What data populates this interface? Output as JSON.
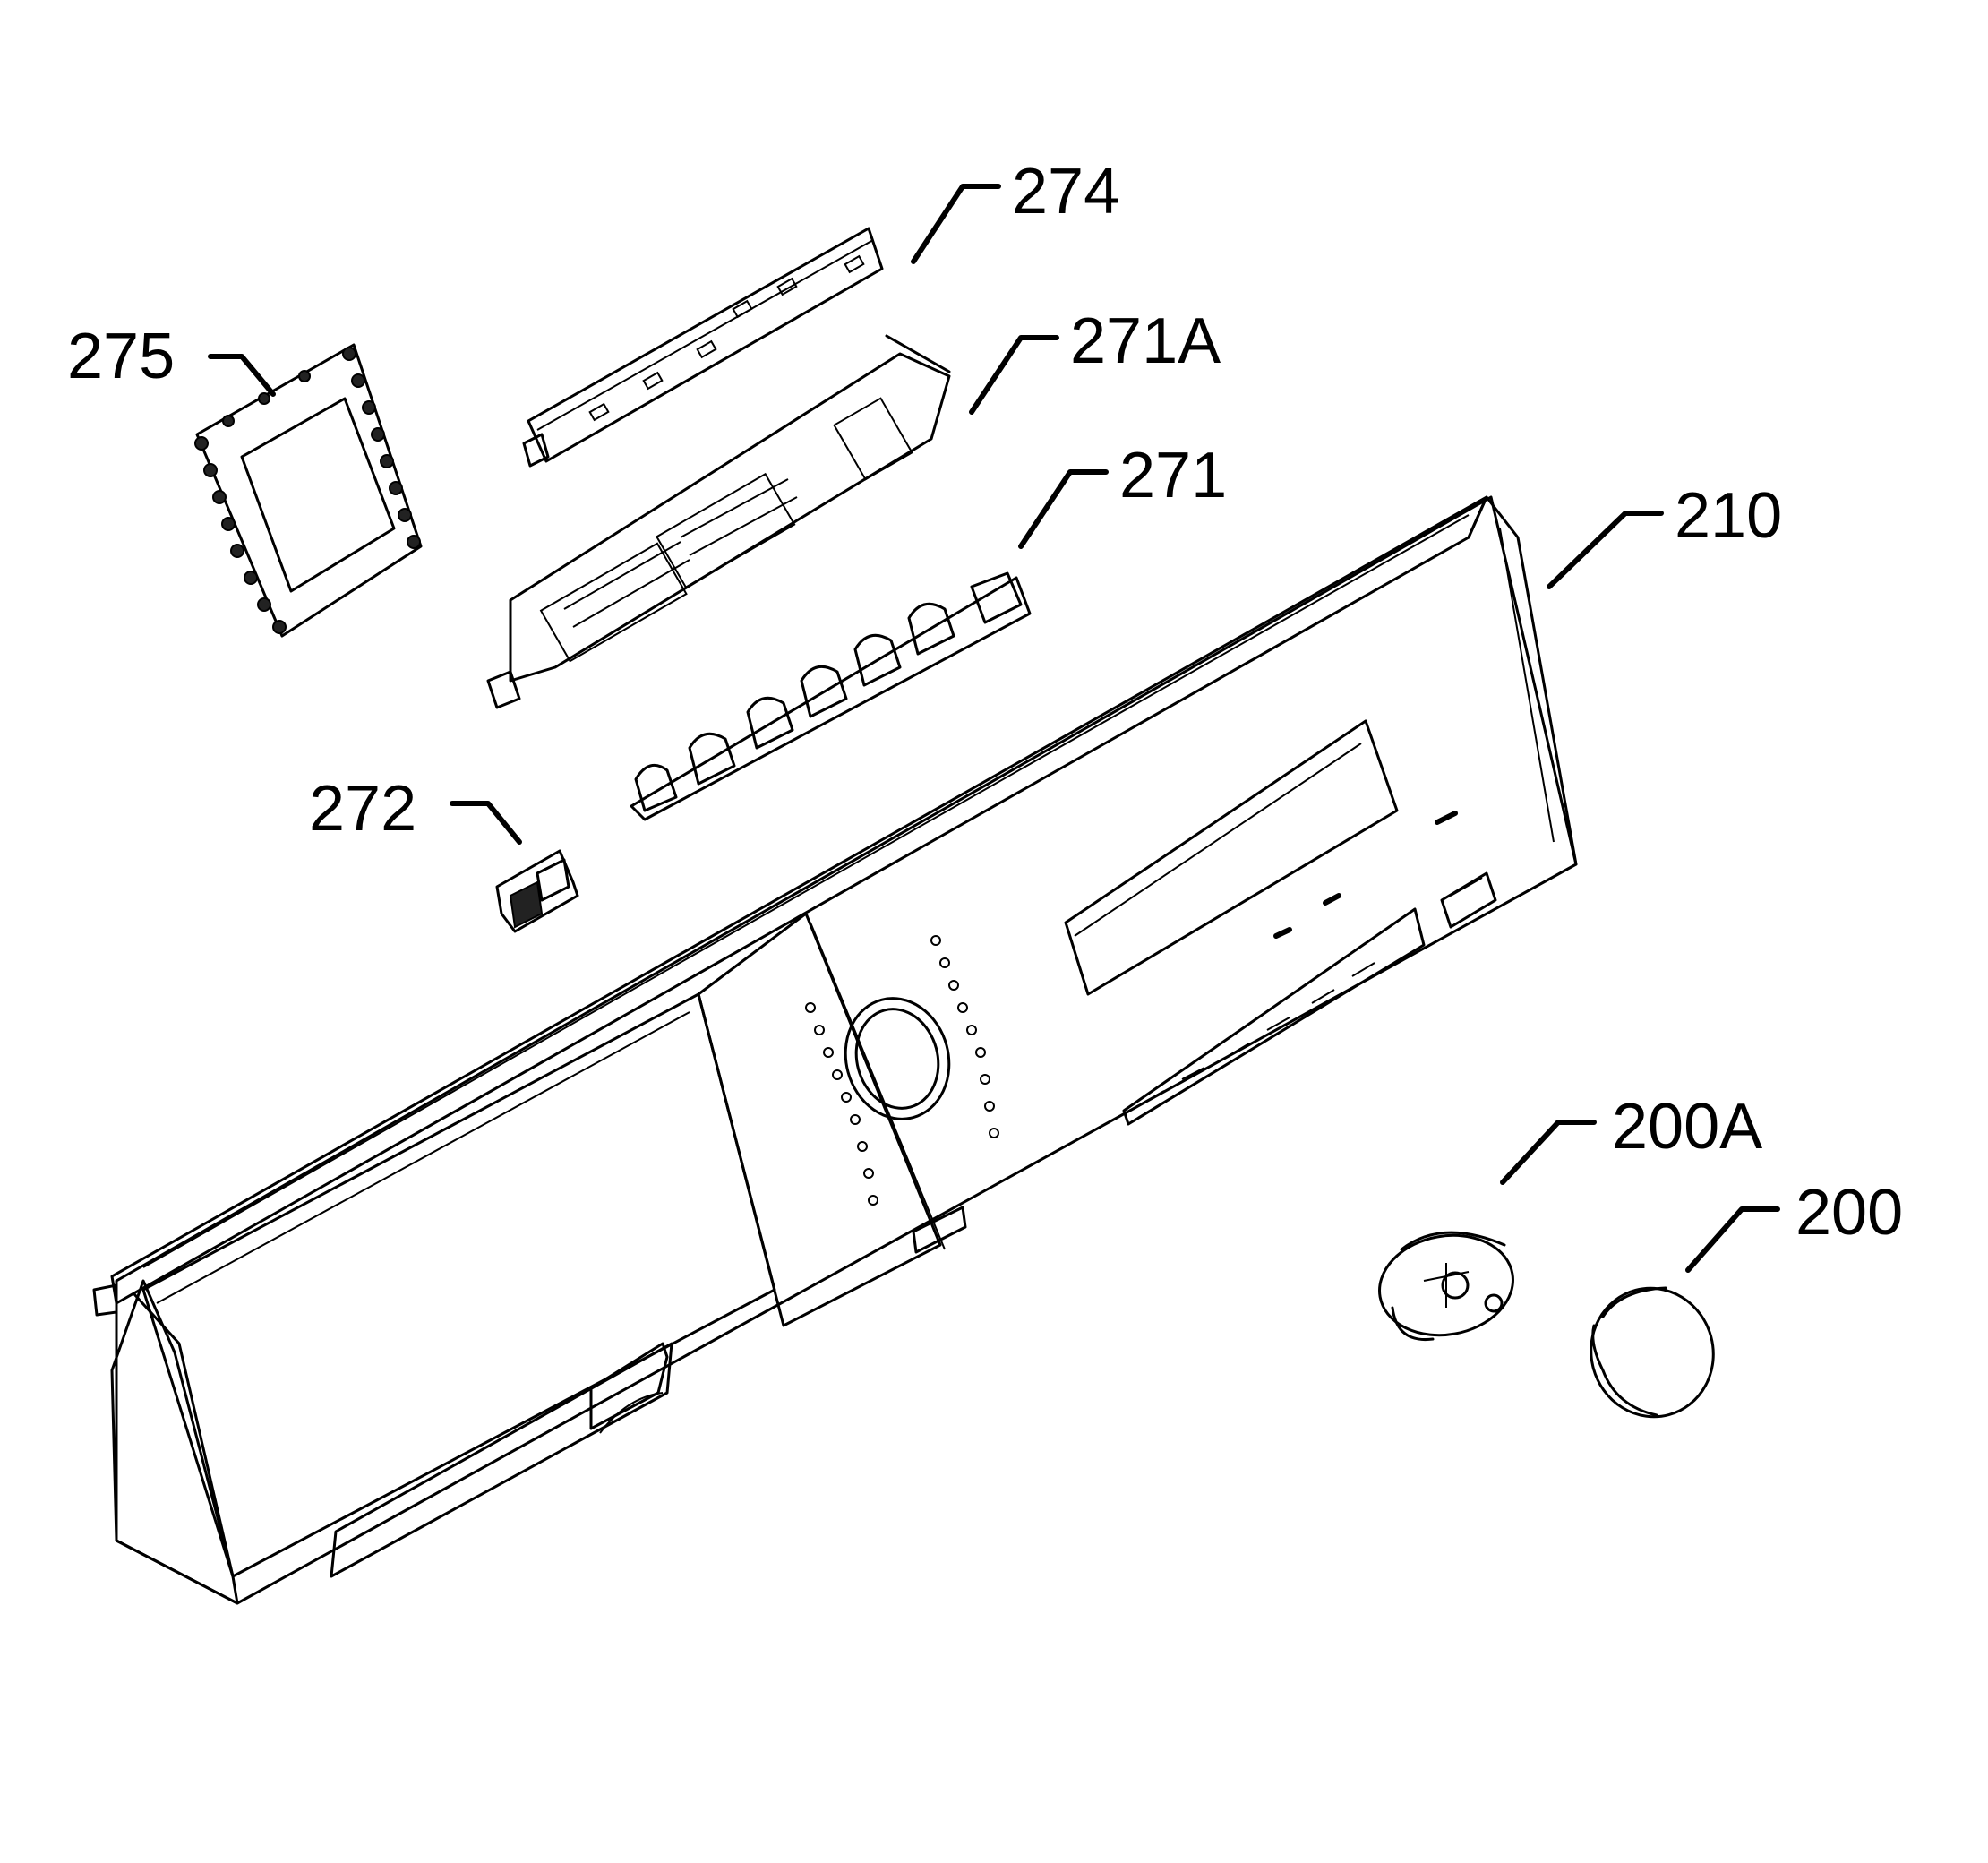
{
  "callouts": [
    {
      "id": "275",
      "text": "275"
    },
    {
      "id": "274",
      "text": "274"
    },
    {
      "id": "271A",
      "text": "271A"
    },
    {
      "id": "271",
      "text": "271"
    },
    {
      "id": "210",
      "text": "210"
    },
    {
      "id": "272",
      "text": "272"
    },
    {
      "id": "200A",
      "text": "200A"
    },
    {
      "id": "200",
      "text": "200"
    }
  ],
  "colors": {
    "line": "#000000",
    "background": "#ffffff"
  }
}
